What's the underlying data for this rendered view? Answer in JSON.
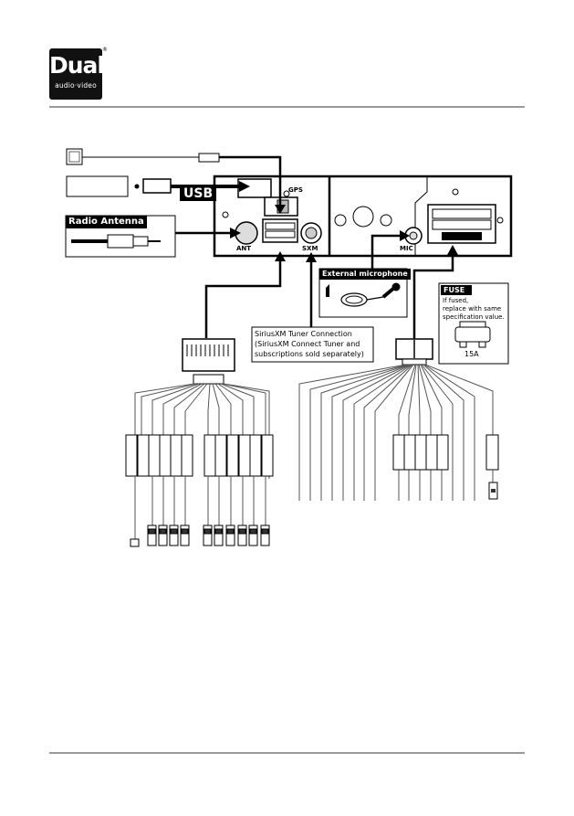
{
  "brand": {
    "logo_text": "Dual",
    "tagline": "audio·video",
    "reg": "®"
  },
  "labels": {
    "usb": "USB",
    "radio_antenna": "Radio Antenna",
    "gps": "GPS",
    "ant": "ANT",
    "sxm": "SXM",
    "mic": "MIC",
    "external_microphone": "External microphone",
    "fuse_title": "FUSE",
    "fuse_line1": "If fused,",
    "fuse_line2": "replace with same",
    "fuse_line3": "specification value.",
    "fuse_value": "15A",
    "siriusxm_line1": "SiriusXM Tuner Connection",
    "siriusxm_line2": "(SiriusXM Connect Tuner and",
    "siriusxm_line3": "subscriptions sold separately)"
  },
  "colors": {
    "ink": "#000000",
    "rule": "#999999",
    "wire": "#555555",
    "fill": "#ffffff"
  }
}
